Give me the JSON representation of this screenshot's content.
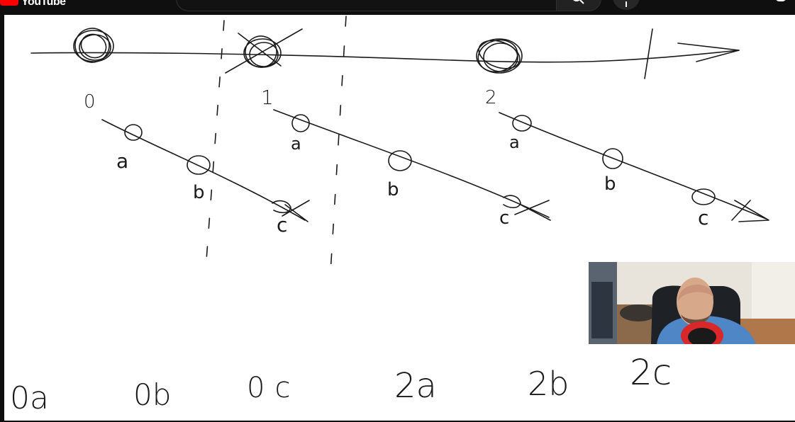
{
  "app": {
    "name": "YouTube"
  },
  "header": {
    "logo_text": "YouTube",
    "icons": [
      "youtube-logo-icon",
      "search-icon",
      "microphone-icon",
      "create-icon",
      "notifications-icon"
    ]
  },
  "whiteboard": {
    "timeline_labels": [
      "0",
      "1",
      "2"
    ],
    "sub_labels": [
      [
        "a",
        "b",
        "c"
      ],
      [
        "a",
        "b",
        "c"
      ],
      [
        "a",
        "b",
        "c"
      ]
    ],
    "bottom_labels": [
      "0a",
      "0b",
      "0c",
      "2a",
      "2b",
      "2c"
    ]
  },
  "webcam": {
    "present": true
  },
  "colors": {
    "ink": "#1a1a1a",
    "background": "#ffffff",
    "chrome": "#0f0f0f",
    "brand": "#ff0000"
  }
}
